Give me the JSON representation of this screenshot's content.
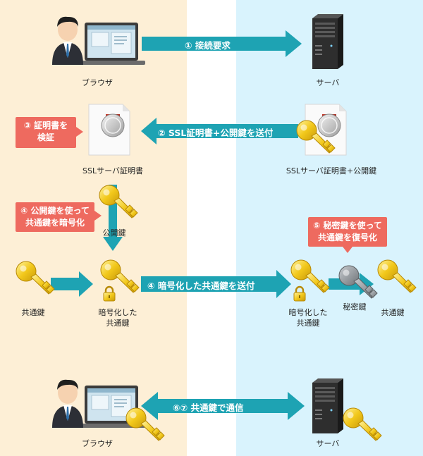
{
  "labels": {
    "browser_top": "ブラウザ",
    "server_top": "サーバ",
    "ssl_cert": "SSLサーバ証明書",
    "ssl_cert_pubkey": "SSLサーバ証明書+公開鍵",
    "pubkey": "公開鍵",
    "common_key_left": "共通鍵",
    "encrypted_left_1": "暗号化した",
    "encrypted_left_2": "共通鍵",
    "encrypted_right_1": "暗号化した",
    "encrypted_right_2": "共通鍵",
    "private_key": "秘密鍵",
    "common_key_right": "共通鍵",
    "browser_bottom": "ブラウザ",
    "server_bottom": "サーバ"
  },
  "arrows": {
    "step1": "① 接続要求",
    "step2": "② SSL証明書+公開鍵を送付",
    "step4": "④ 暗号化した共通鍵を送付",
    "step67": "⑥⑦ 共通鍵で通信"
  },
  "callouts": {
    "verify_1": "③ 証明書を",
    "verify_2": "検証",
    "encrypt_1": "④ 公開鍵を使って",
    "encrypt_2": "共通鍵を暗号化",
    "decrypt_1": "⑤ 秘密鍵を使って",
    "decrypt_2": "共通鍵を復号化"
  },
  "colors": {
    "left_zone": "#fdefd6",
    "right_zone": "#d9f3fd",
    "arrow": "#1ea3b3",
    "callout": "#ee6a5f",
    "key_gold": "#f1c40f",
    "key_gray": "#8a8f94",
    "server": "#2b2b2b"
  },
  "icons": {
    "person": "user-at-laptop-icon",
    "server": "server-tower-icon",
    "certificate": "certificate-icon",
    "key": "key-icon",
    "lock": "padlock-icon"
  }
}
